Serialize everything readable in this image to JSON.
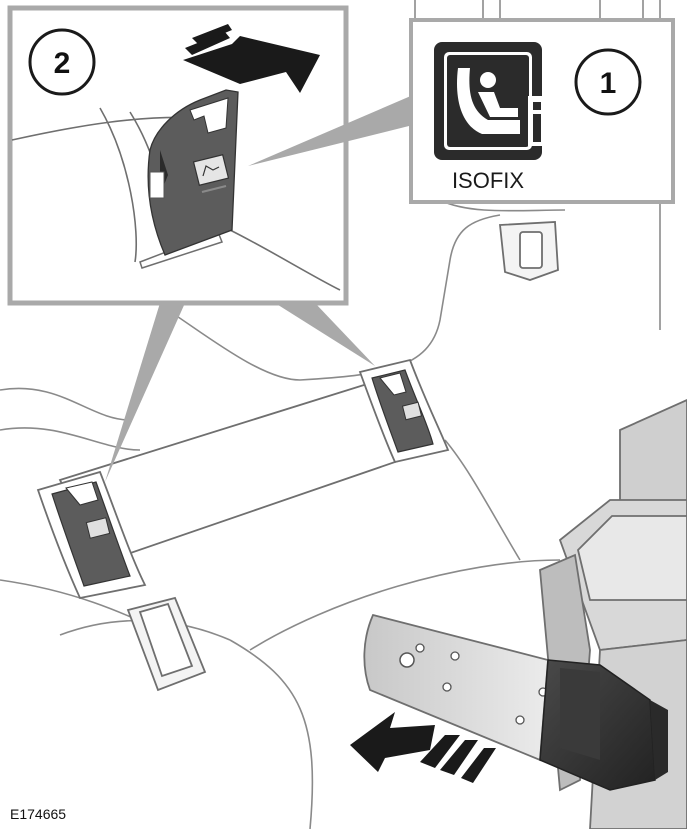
{
  "callouts": {
    "one": "1",
    "two": "2"
  },
  "isofix_label": "ISOFIX",
  "figure_ref": "E174665",
  "colors": {
    "background": "#ffffff",
    "line": "#6f6f6f",
    "frame": "#a9a9a9",
    "anchor_dark": "#5a5a5a",
    "icon_dark": "#2b2b2b"
  },
  "icons": [
    "child-seat-icon",
    "info-i-icon",
    "arrow-in-icon",
    "arrow-out-icon"
  ]
}
